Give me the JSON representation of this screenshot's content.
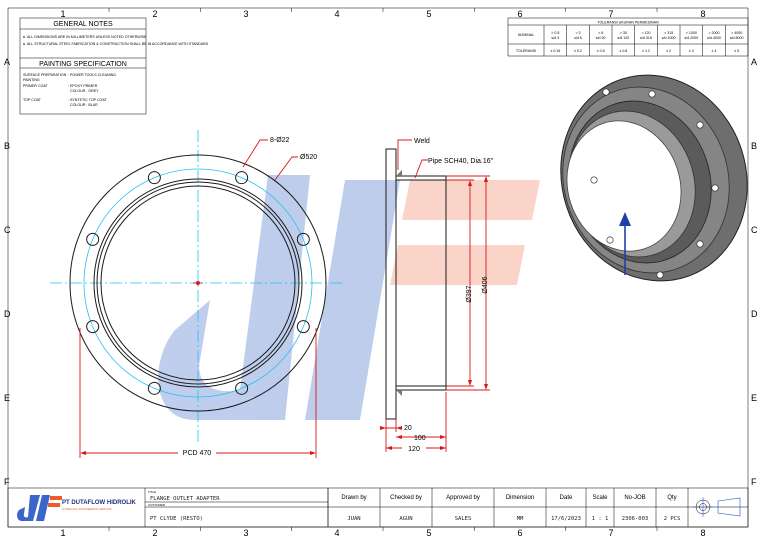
{
  "grid": {
    "columns": [
      "1",
      "2",
      "3",
      "4",
      "5",
      "6",
      "7",
      "8"
    ],
    "rows": [
      "A",
      "B",
      "C",
      "D",
      "E",
      "F"
    ]
  },
  "general_notes": {
    "title": "GENERAL NOTES",
    "items": [
      "ALL DIMENSIONS ARE IN MILLIMETERS UNLESS NOTED OTHERWISE",
      "ALL STRUCTURAL STEEL FABRICATION & CONSTRUCTION SHALL BE IN ACCORDANCE WITH STANDARD"
    ]
  },
  "painting": {
    "title": "PAINTING SPECIFICATION",
    "rows": [
      {
        "label": "SURFACE PREPARATION",
        "value": ": POWER TOOLS CLEANING"
      },
      {
        "label": "PAINTING",
        "value": ""
      },
      {
        "label": "PRIMER COAT",
        "value": ": EPOXY PRIMER"
      },
      {
        "label": "",
        "value": "COLOUR : GREY"
      },
      {
        "label": "TOP COAT",
        "value": ": SYNTETIC TOP COAT"
      },
      {
        "label": "",
        "value": "COLOUR : BLUE"
      }
    ]
  },
  "tolerance": {
    "title": "TOLERANSI UKURAN PERMESINAN",
    "header_label": "NOMINAL",
    "row_label": "TOLERANSI",
    "nominal": [
      "> 0.5 s/d 3",
      "> 3 s/d 6",
      "> 6 s/d 30",
      "> 30 s/d 120",
      "> 120 s/d 315",
      "> 315 s/d 1000",
      "> 1000 s/d 2000",
      "> 2000 s/d 4000",
      "> 4000 s/d 8000"
    ],
    "values": [
      "± 0.15",
      "± 0.2",
      "± 0.5",
      "± 0.8",
      "± 1.2",
      "± 2",
      "± 3",
      "± 4",
      "± 5"
    ]
  },
  "front_view": {
    "bolt_label": "8-Ø22",
    "od_label": "Ø520",
    "pcd_label": "PCD 470",
    "bolt_count": 8,
    "outer_diameter": 520,
    "pcd": 470,
    "bolt_hole": 22,
    "inner_diameter": 406,
    "bore_diameter": 397
  },
  "side_view": {
    "weld_label": "Weld",
    "pipe_label": "Pipe SCH40, Dia.16\"",
    "dim_397": "Ø397",
    "dim_406": "Ø406",
    "dim_20": "20",
    "dim_100": "100",
    "dim_120": "120"
  },
  "title_block": {
    "company": "PT DUTAFLOW HIDROLIK",
    "company_sub": "HYDRAULIC ENGINEERING SERVICE",
    "title_label": "TITLE",
    "title": "FLANGE OUTLET ADAPTER",
    "customer_label": "CUSTOMER",
    "customer": "PT CLYDE (RESTO)",
    "columns": [
      {
        "label": "Drawn by",
        "value": "JUAN"
      },
      {
        "label": "Checked by",
        "value": "AGUN"
      },
      {
        "label": "Approved by",
        "value": "SALES"
      },
      {
        "label": "Dimension",
        "value": "MM"
      },
      {
        "label": "Date",
        "value": "17/6/2023"
      },
      {
        "label": "Scale",
        "value": "1 : 1"
      },
      {
        "label": "No-JOB",
        "value": "2306-003"
      },
      {
        "label": "Qty",
        "value": "2 PCS"
      }
    ]
  },
  "colors": {
    "grid_text": "#1f7a3a",
    "header_blue": "#1f4fd0",
    "dimension_red": "#d81818",
    "centerline_cyan": "#22c0f0",
    "watermark_blue": "#3a66c9"
  }
}
